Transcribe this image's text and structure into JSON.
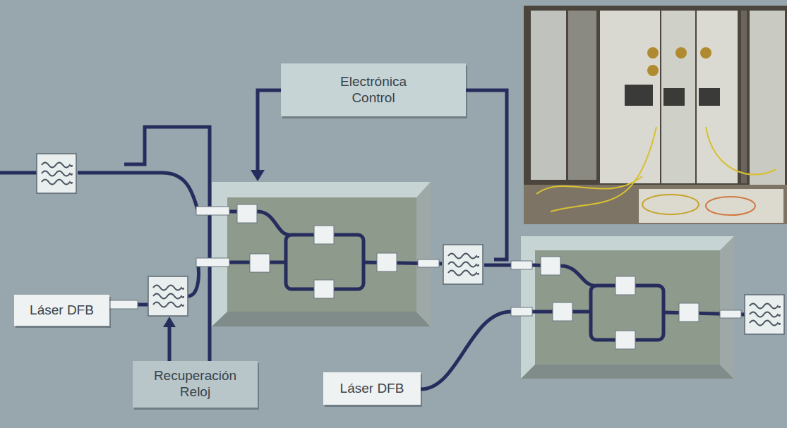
{
  "diagram": {
    "nodes": [
      {
        "text": [
          "Electrónica Control"
        ]
      },
      {
        "text": [
          "Láser DFB"
        ]
      },
      {
        "text": [
          "Recuperación Reloj"
        ]
      },
      {
        "text": [
          "Láser DFB"
        ]
      }
    ]
  }
}
